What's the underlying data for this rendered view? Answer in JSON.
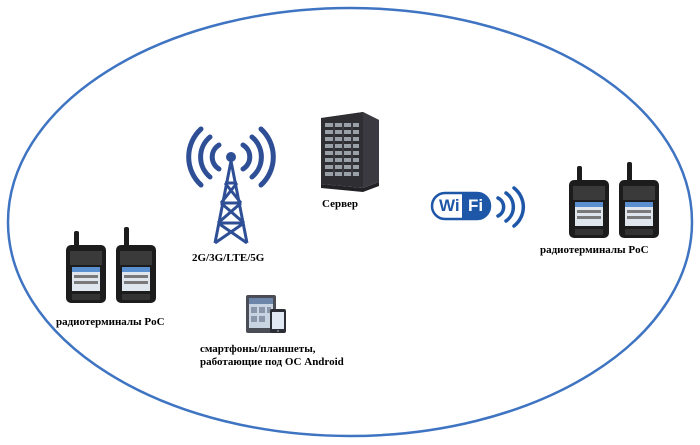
{
  "labels": {
    "server": "Сервер",
    "tower": "2G/3G/LTE/5G",
    "radios_left": "радиотерминалы PoC",
    "radios_right": "радиотерминалы PoC",
    "smartphones_line1": "смартфоны/планшеты,",
    "smartphones_line2": "работающие под ОС Android"
  },
  "wifi": {
    "wi": "Wi",
    "fi": "Fi"
  },
  "colors": {
    "ellipse": "#3e74c2",
    "tower": "#2e4f96",
    "wifi_blue": "#1f57a8",
    "server_dark": "#2f2f33",
    "radio_body": "#1c1c1c"
  },
  "icons": [
    "cell-tower-icon",
    "server-icon",
    "wifi-icon",
    "radio-terminal-icon",
    "smartphone-tablet-icon"
  ]
}
